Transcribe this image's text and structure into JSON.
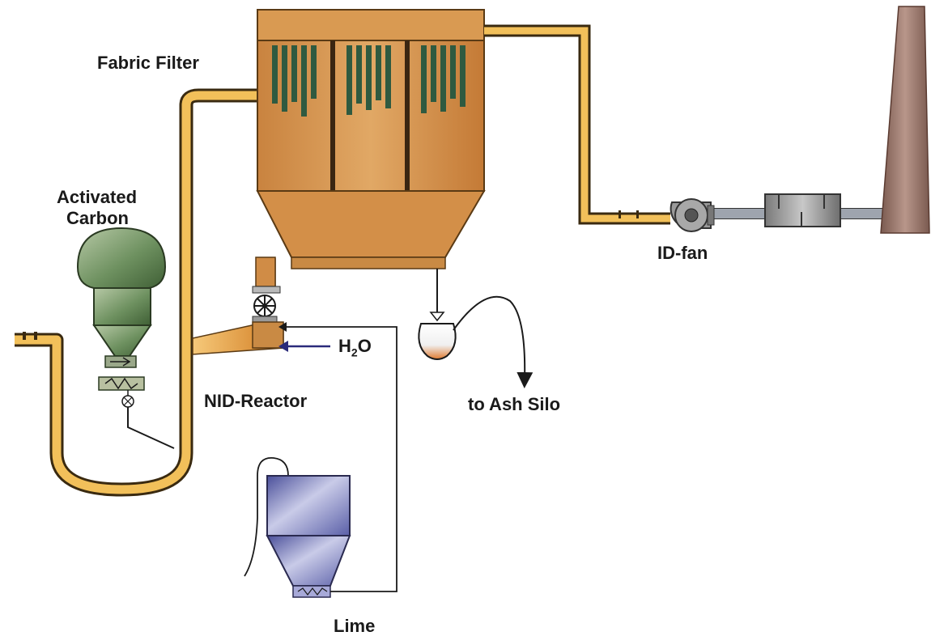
{
  "labels": {
    "fabric_filter": "Fabric Filter",
    "activated_carbon_line1": "Activated",
    "activated_carbon_line2": "Carbon",
    "nid_reactor": "NID-Reactor",
    "id_fan": "ID-fan",
    "to_ash_silo": "to Ash Silo",
    "lime": "Lime",
    "h2o_main": "H",
    "h2o_sub": "2",
    "h2o_tail": "O"
  },
  "colors": {
    "duct_fill": "#f2c05a",
    "duct_outline": "#3a2a10",
    "filter_body": "#d99a52",
    "filter_dark": "#7a4a1c",
    "filter_bags": "#2f5a40",
    "carbon_silo": "#6b8f5e",
    "lime_silo": "#8c8fc8",
    "stack": "#9c7a6e",
    "fan_gray": "#8a8a8a",
    "water_arrow": "#2a2a7a"
  },
  "icons": {
    "rotary_valve": "rotary-valve-icon",
    "fan": "fan-icon",
    "screw_feeder": "screw-feeder-icon"
  }
}
